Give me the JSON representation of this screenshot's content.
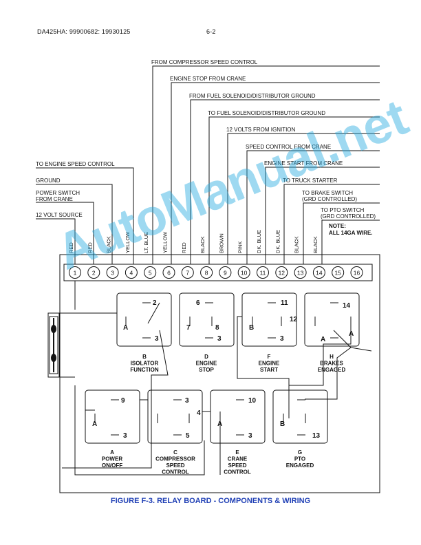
{
  "header": {
    "doc_id": "DA425HA: 99900682:  19930125",
    "page": "6-2"
  },
  "watermark": "AutoManual.net",
  "caption": "FIGURE F-3.  RELAY BOARD - COMPONENTS & WIRING",
  "note": [
    "NOTE:",
    "ALL 14GA WIRE."
  ],
  "right_labels": [
    "FROM COMPRESSOR SPEED CONTROL",
    "ENGINE STOP FROM CRANE",
    "FROM FUEL SOLENOID/DISTRIBUTOR GROUND",
    "TO FUEL SOLENOID/DISTRIBUTOR GROUND",
    "12 VOLTS FROM IGNITION",
    "SPEED CONTROL FROM CRANE",
    "ENGINE START FROM CRANE",
    "TO TRUCK STARTER",
    [
      "TO BRAKE SWITCH",
      "(GRD CONTROLLED)"
    ],
    [
      "TO PTO SWITCH",
      "(GRD CONTROLLED)"
    ]
  ],
  "left_labels": [
    "TO ENGINE SPEED CONTROL",
    "GROUND",
    [
      "POWER SWITCH",
      "FROM CRANE"
    ],
    "12 VOLT SOURCE"
  ],
  "wire_colors": [
    "RED",
    "RED",
    "BLACK",
    "YELLOW",
    "LT. BLUE",
    "YELLOW",
    "RED",
    "BLACK",
    "BROWN",
    "PINK",
    "DK. BLUE",
    "DK. BLUE",
    "BLACK",
    "BLACK"
  ],
  "terminals": [
    "1",
    "2",
    "3",
    "4",
    "5",
    "6",
    "7",
    "8",
    "9",
    "10",
    "11",
    "12",
    "13",
    "14",
    "15",
    "16"
  ],
  "relays": {
    "B": {
      "pins": [
        "2",
        "A",
        "3"
      ],
      "name": [
        "B",
        "ISOLATOR",
        "FUNCTION"
      ]
    },
    "D": {
      "pins": [
        "6",
        "7",
        "8",
        "3"
      ],
      "name": [
        "D",
        "ENGINE",
        "STOP"
      ]
    },
    "F": {
      "pins": [
        "11",
        "B",
        "12",
        "3"
      ],
      "name": [
        "F",
        "ENGINE",
        "START"
      ]
    },
    "H": {
      "pins": [
        "14",
        "A",
        "A"
      ],
      "name": [
        "H",
        "BRAKES",
        "ENGAGED"
      ]
    },
    "A": {
      "pins": [
        "9",
        "A",
        "3"
      ],
      "name": [
        "A",
        "POWER",
        "ON/OFF"
      ]
    },
    "C": {
      "pins": [
        "3",
        "4",
        "5"
      ],
      "name": [
        "C",
        "COMPRESSOR",
        "SPEED",
        "CONTROL"
      ]
    },
    "E": {
      "pins": [
        "10",
        "A",
        "3"
      ],
      "name": [
        "E",
        "CRANE",
        "SPEED",
        "CONTROL"
      ]
    },
    "G": {
      "pins": [
        "B",
        "13"
      ],
      "name": [
        "G",
        "PTO",
        "ENGAGED"
      ]
    }
  }
}
